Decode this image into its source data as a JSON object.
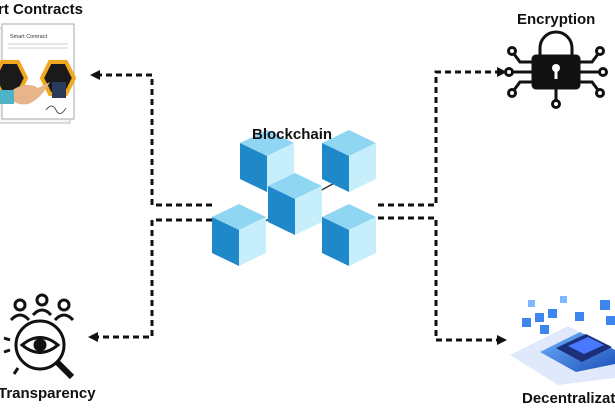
{
  "diagram": {
    "center": {
      "label": "Blockchain"
    },
    "nodes": [
      {
        "id": "smart-contracts",
        "label": "rt Contracts",
        "inner_text": "Smart Contract"
      },
      {
        "id": "encryption",
        "label": "Encryption"
      },
      {
        "id": "transparency",
        "label": "Transparency"
      },
      {
        "id": "decentralization",
        "label": "Decentralizat"
      }
    ],
    "colors": {
      "cube_top": "#8fd6f2",
      "cube_left": "#1e88c8",
      "cube_right": "#c7eefb",
      "line": "#111111",
      "accent_orange": "#f2a81d",
      "chip_blue": "#2f6fe0"
    }
  }
}
